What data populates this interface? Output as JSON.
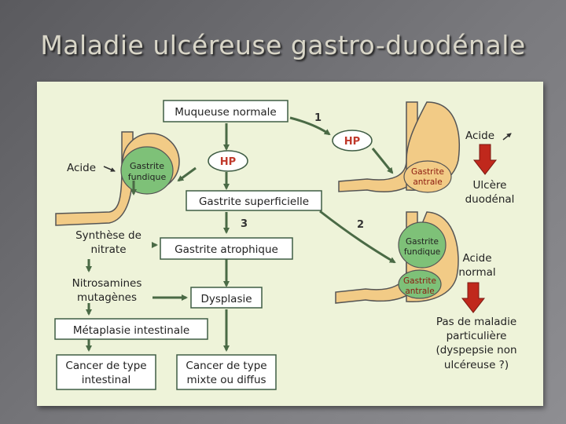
{
  "title": "Maladie ulcéreuse gastro-duodénale",
  "colors": {
    "panel_bg": "#eef3d9",
    "arrow": "#4a6a45",
    "organ": "#f2cb86",
    "gastrite_fill": "#7ec178",
    "hp_text": "#c0392b",
    "ulcer_arrow": "#c0281c",
    "box_border": "#3f5d44"
  },
  "boxes": {
    "muqueuse": "Muqueuse normale",
    "superficielle": "Gastrite superficielle",
    "atrophique": "Gastrite atrophique",
    "dysplasie": "Dysplasie",
    "metaplasie": "Métaplasie intestinale",
    "cancer_intestinal_l1": "Cancer de type",
    "cancer_intestinal_l2": "intestinal",
    "cancer_mixte_l1": "Cancer de type",
    "cancer_mixte_l2": "mixte ou diffus"
  },
  "hp": {
    "center": "HP",
    "right": "HP"
  },
  "numbers": {
    "n1": "1",
    "n2": "2",
    "n3": "3"
  },
  "left_side": {
    "acide": "Acide",
    "gastrite_l1": "Gastrite",
    "gastrite_l2": "fundique",
    "synthese_l1": "Synthèse de",
    "synthese_l2": "nitrate",
    "nitros_l1": "Nitrosamines",
    "nitros_l2": "mutagènes"
  },
  "top_right": {
    "gastrite_l1": "Gastrite",
    "gastrite_l2": "antrale",
    "acide": "Acide",
    "ulcere_l1": "Ulcère",
    "ulcere_l2": "duodénal"
  },
  "bottom_right": {
    "fundique_l1": "Gastrite",
    "fundique_l2": "fundique",
    "antrale_l1": "Gastrite",
    "antrale_l2": "antrale",
    "acide_l1": "Acide",
    "acide_l2": "normal",
    "pas_l1": "Pas de maladie",
    "pas_l2": "particulière",
    "pas_l3": "(dyspepsie non",
    "pas_l4": "ulcéreuse ?)"
  }
}
